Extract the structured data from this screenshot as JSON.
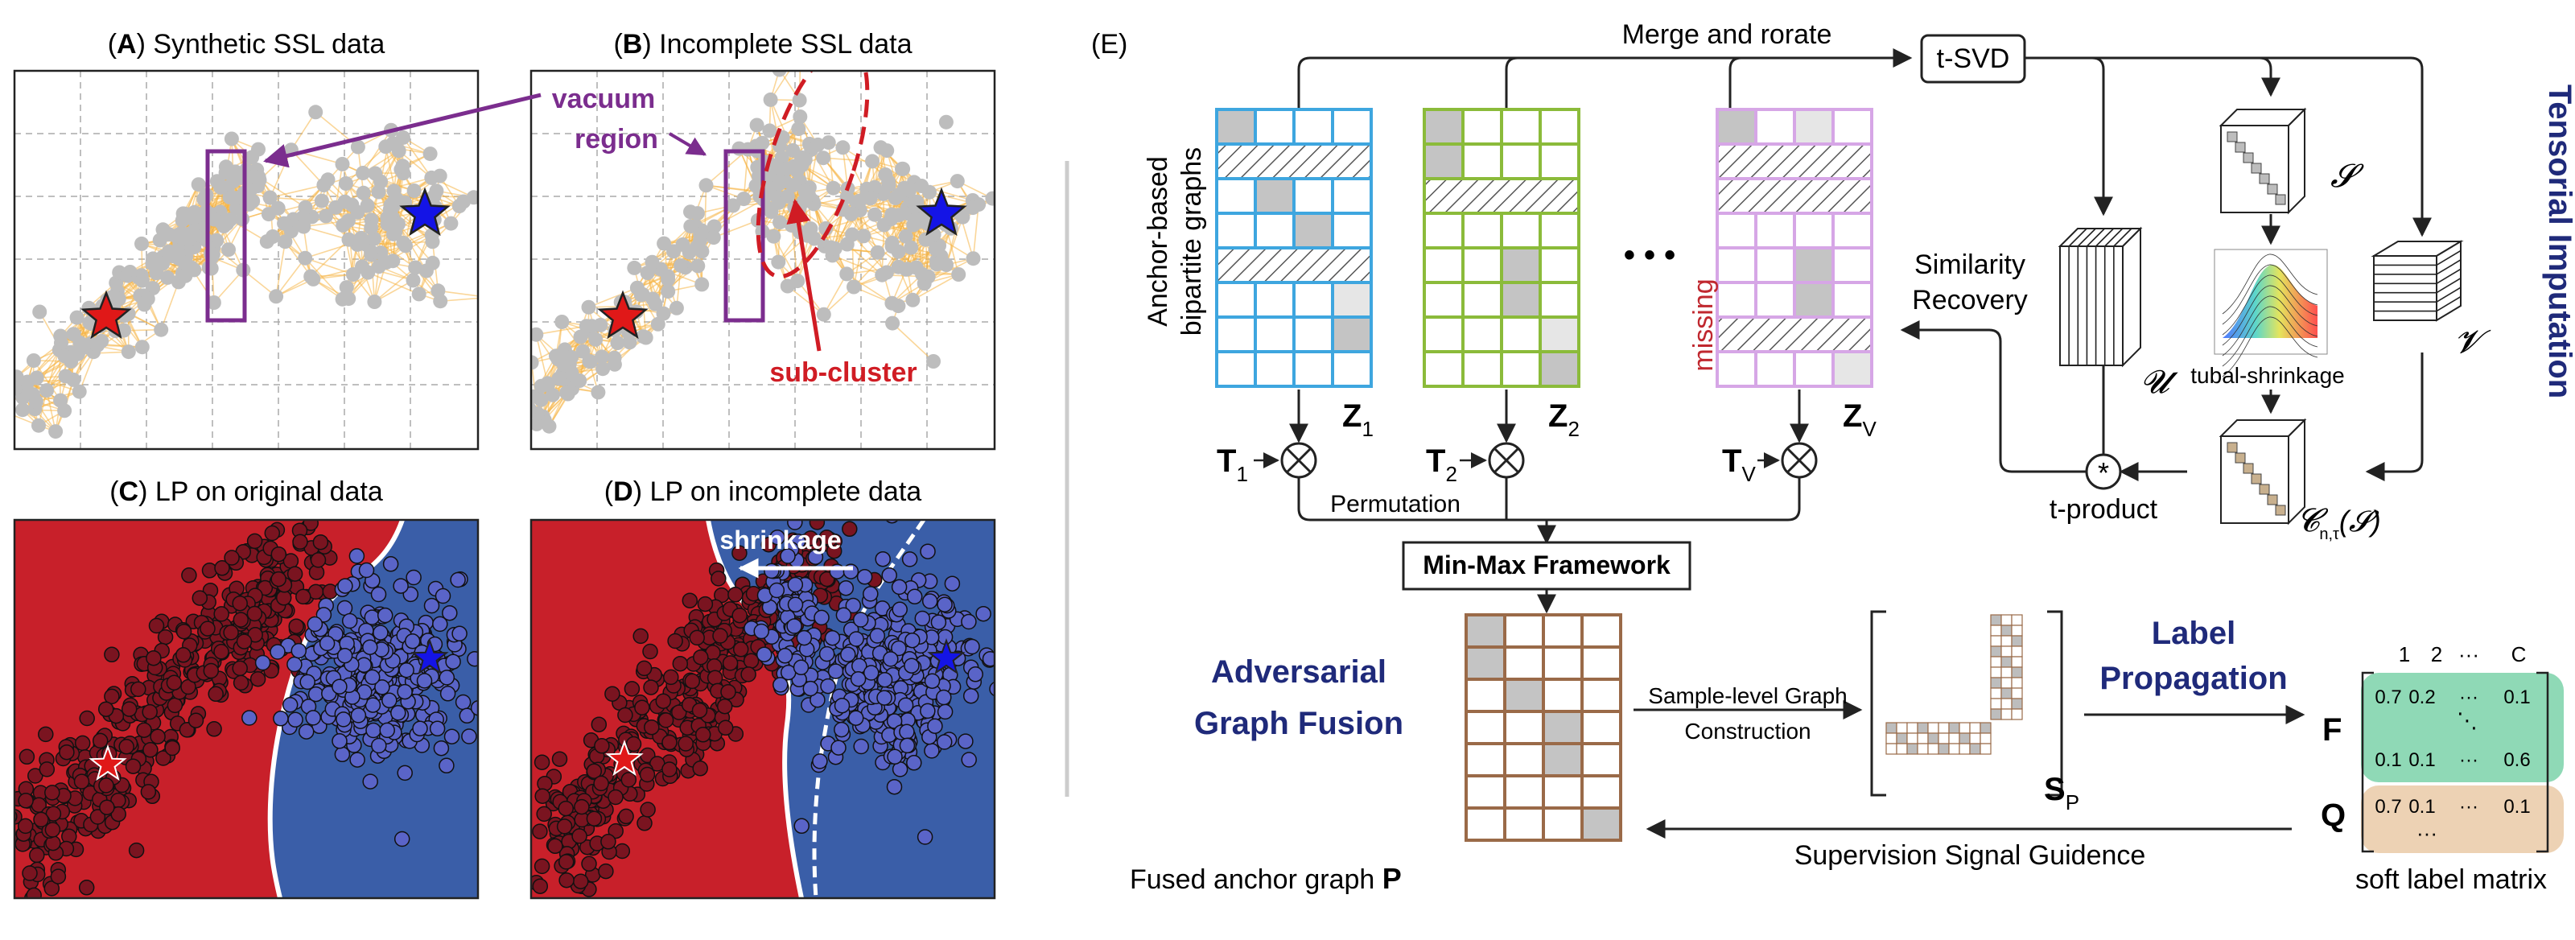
{
  "panels": {
    "a": {
      "letter": "A",
      "title": ") Synthetic SSL data"
    },
    "b": {
      "letter": "B",
      "title": ") Incomplete SSL data",
      "vacuum_line1": "vacuum",
      "vacuum_line2": "region",
      "subcluster": "sub-cluster"
    },
    "c": {
      "letter": "C",
      "title": ") LP on original data"
    },
    "d": {
      "letter": "D",
      "title": ") LP on incomplete data",
      "shrinkage": "shrinkage"
    },
    "e": {
      "label": "(E)"
    }
  },
  "pipeline": {
    "merge_rotate": "Merge and rorate",
    "tsvd": "t-SVD",
    "anchor_line1": "Anchor-based",
    "anchor_line2": "bipartite graphs",
    "missing": "missing",
    "dots": "• • •",
    "z1": "Z",
    "z1_sub": "1",
    "z2": "Z",
    "z2_sub": "2",
    "zv": "Z",
    "zv_sub": "V",
    "t1": "T",
    "t1_sub": "1",
    "t2": "T",
    "t2_sub": "2",
    "tv": "T",
    "tv_sub": "V",
    "permutation": "Permutation",
    "minmax": "Min-Max Framework",
    "similarity_line1": "Similarity",
    "similarity_line2": "Recovery",
    "s_symbol": "𝓢",
    "u_symbol": "𝓤",
    "v_symbol": "𝓥",
    "tubal": "tubal-shrinkage",
    "tproduct": "t-product",
    "c_symbol": "𝓒",
    "c_sub": "n,τ",
    "c_arg": "(𝓢)",
    "tensorial": "Tensorial Imputation",
    "adversarial_line1": "Adversarial",
    "adversarial_line2": "Graph Fusion",
    "fused": "Fused anchor graph",
    "p_symbol": "P",
    "samplelevel_line1": "Sample-level Graph",
    "samplelevel_line2": "Construction",
    "sp": "S",
    "sp_sub": "P",
    "labelprop_line1": "Label",
    "labelprop_line2": "Propagation",
    "supervision": "Supervision Signal Guidence",
    "f_symbol": "F",
    "q_symbol": "Q",
    "soft_label": "soft label matrix",
    "matrix_header": [
      "1",
      "2",
      "···",
      "C"
    ],
    "f_row1": [
      "0.7",
      "0.2",
      "···",
      "0.1"
    ],
    "f_dots": "⋱",
    "f_row2": [
      "0.1",
      "0.1",
      "···",
      "0.6"
    ],
    "q_row1": [
      "0.7",
      "0.1",
      "···",
      "0.1"
    ],
    "q_dots": "···"
  },
  "colors": {
    "red_region": "#c8202a",
    "blue_region": "#3a5ea8",
    "purple": "#7b2d8e",
    "navy": "#1f2a7a",
    "crimson": "#c0282f",
    "z1": "#3ea6df",
    "z2": "#8bbb3a",
    "zv": "#d6a6e6",
    "brown": "#9a6a48",
    "f_fill": "#8fd9b6",
    "q_fill": "#edd2b4"
  }
}
